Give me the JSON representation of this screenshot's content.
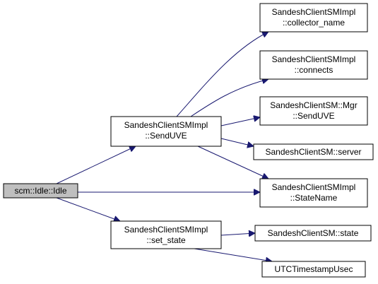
{
  "graph": {
    "colors": {
      "edge": "#191970",
      "root_fill": "#bfbfbf",
      "node_fill": "#ffffff",
      "node_border": "#000000"
    },
    "nodes": {
      "root": {
        "lines": [
          "scm::Idle::Idle"
        ]
      },
      "send_uve": {
        "lines": [
          "SandeshClientSMImpl",
          "::SendUVE"
        ]
      },
      "set_state": {
        "lines": [
          "SandeshClientSMImpl",
          "::set_state"
        ]
      },
      "collector_name": {
        "lines": [
          "SandeshClientSMImpl",
          "::collector_name"
        ]
      },
      "connects": {
        "lines": [
          "SandeshClientSMImpl",
          "::connects"
        ]
      },
      "mgr_send_uve": {
        "lines": [
          "SandeshClientSM::Mgr",
          "::SendUVE"
        ]
      },
      "server": {
        "lines": [
          "SandeshClientSM::server"
        ]
      },
      "state_name": {
        "lines": [
          "SandeshClientSMImpl",
          "::StateName"
        ]
      },
      "state": {
        "lines": [
          "SandeshClientSM::state"
        ]
      },
      "utc_timestamp": {
        "lines": [
          "UTCTimestampUsec"
        ]
      }
    },
    "edges": [
      {
        "from": "root",
        "to": "send_uve"
      },
      {
        "from": "root",
        "to": "state_name"
      },
      {
        "from": "root",
        "to": "set_state"
      },
      {
        "from": "send_uve",
        "to": "collector_name"
      },
      {
        "from": "send_uve",
        "to": "connects"
      },
      {
        "from": "send_uve",
        "to": "mgr_send_uve"
      },
      {
        "from": "send_uve",
        "to": "server"
      },
      {
        "from": "send_uve",
        "to": "state_name"
      },
      {
        "from": "set_state",
        "to": "state"
      },
      {
        "from": "set_state",
        "to": "utc_timestamp"
      }
    ]
  }
}
